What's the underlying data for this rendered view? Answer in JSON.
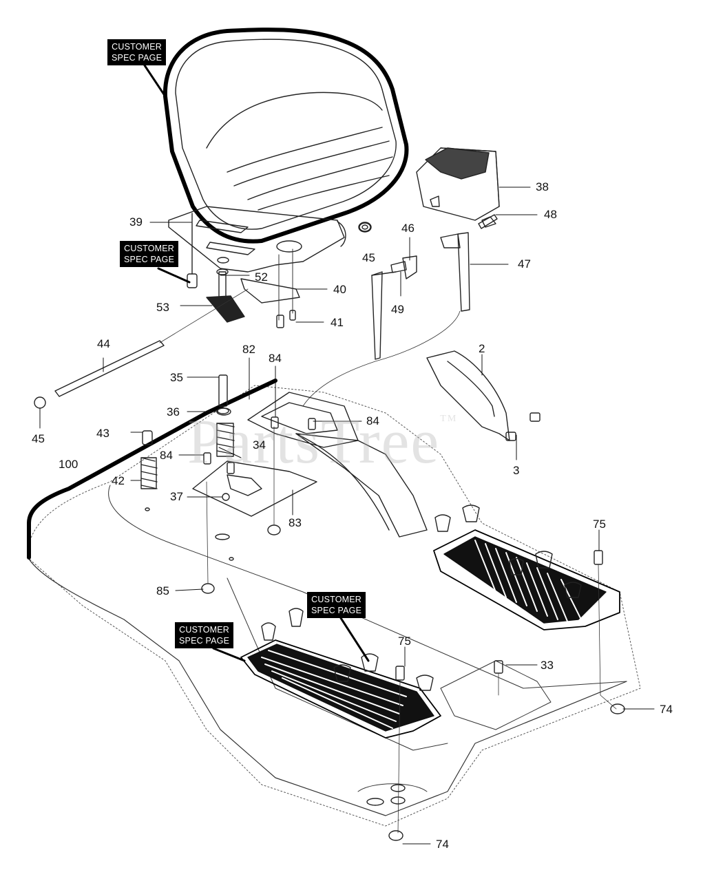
{
  "diagram": {
    "watermark": "PartsTree",
    "watermark_tm": "TM",
    "spec_callouts": [
      {
        "line1": "CUSTOMER",
        "line2": "SPEC PAGE"
      },
      {
        "line1": "CUSTOMER",
        "line2": "SPEC PAGE"
      },
      {
        "line1": "CUSTOMER",
        "line2": "SPEC PAGE"
      },
      {
        "line1": "CUSTOMER",
        "line2": "SPEC PAGE"
      }
    ],
    "part_labels": {
      "p38": "38",
      "p48": "48",
      "p46": "46",
      "p47": "47",
      "p49": "49",
      "p39": "39",
      "p45a": "45",
      "p52": "52",
      "p40": "40",
      "p41": "41",
      "p53": "53",
      "p44": "44",
      "p45b": "45",
      "p82": "82",
      "p84a": "84",
      "p84b": "84",
      "p84c": "84",
      "p35": "35",
      "p36": "36",
      "p34": "34",
      "p43": "43",
      "p42": "42",
      "p37": "37",
      "p83": "83",
      "p100": "100",
      "p2": "2",
      "p3": "3",
      "p75a": "75",
      "p75b": "75",
      "p85": "85",
      "p33": "33",
      "p74a": "74",
      "p74b": "74"
    }
  }
}
